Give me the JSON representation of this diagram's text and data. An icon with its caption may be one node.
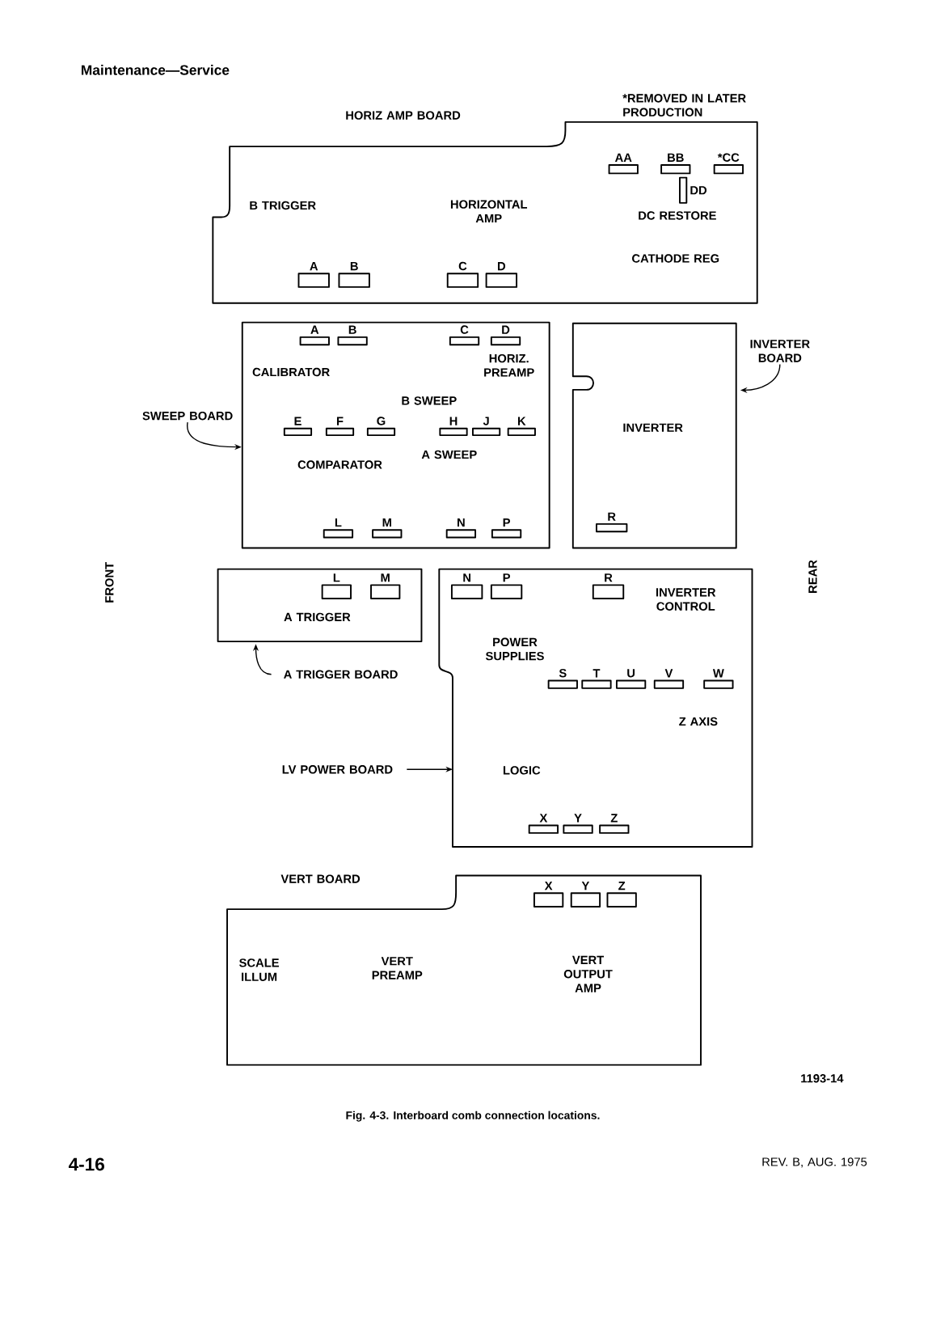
{
  "diagram": {
    "title": "Maintenance—Service",
    "caption": "Fig. 4-3. Interboard comb connection locations.",
    "nodes": [
      {
        "text": [
          "HORIZ AMP BOARD",
          "B TRIGGER",
          "HORIZONTAL AMP",
          "DC RESTORE",
          "CATHODE REG"
        ]
      },
      {
        "text": [],
        "shape": "box",
        "beside": [
          "AA"
        ],
        "in": 0
      },
      {
        "text": [],
        "shape": "box",
        "beside": [
          "BB"
        ],
        "in": 0
      },
      {
        "text": [],
        "shape": "box",
        "beside": [
          "*CC"
        ],
        "in": 0
      },
      {
        "text": [],
        "shape": "box",
        "beside": [
          "DD"
        ],
        "in": 0
      },
      {
        "text": [],
        "shape": "box",
        "beside": [
          "A"
        ],
        "in": 0
      },
      {
        "text": [],
        "shape": "box",
        "beside": [
          "B"
        ],
        "in": 0
      },
      {
        "text": [],
        "shape": "box",
        "beside": [
          "C"
        ],
        "in": 0
      },
      {
        "text": [],
        "shape": "box",
        "beside": [
          "D"
        ],
        "in": 0
      },
      {
        "text": [
          "CALIBRATOR",
          "HORIZ. PREAMP",
          "B SWEEP",
          "COMPARATOR",
          "A SWEEP"
        ]
      },
      {
        "text": [],
        "shape": "box",
        "beside": [
          "A"
        ],
        "in": 9
      },
      {
        "text": [],
        "shape": "box",
        "beside": [
          "B"
        ],
        "in": 9
      },
      {
        "text": [],
        "shape": "box",
        "beside": [
          "C"
        ],
        "in": 9
      },
      {
        "text": [],
        "shape": "box",
        "beside": [
          "D"
        ],
        "in": 9
      },
      {
        "text": [],
        "shape": "box",
        "beside": [
          "E"
        ],
        "in": 9
      },
      {
        "text": [],
        "shape": "box",
        "beside": [
          "F"
        ],
        "in": 9
      },
      {
        "text": [],
        "shape": "box",
        "beside": [
          "G"
        ],
        "in": 9
      },
      {
        "text": [],
        "shape": "box",
        "beside": [
          "H"
        ],
        "in": 9
      },
      {
        "text": [],
        "shape": "box",
        "beside": [
          "J"
        ],
        "in": 9
      },
      {
        "text": [],
        "shape": "box",
        "beside": [
          "K"
        ],
        "in": 9
      },
      {
        "text": [],
        "shape": "box",
        "beside": [
          "L"
        ],
        "in": 9
      },
      {
        "text": [],
        "shape": "box",
        "beside": [
          "M"
        ],
        "in": 9
      },
      {
        "text": [],
        "shape": "box",
        "beside": [
          "N"
        ],
        "in": 9
      },
      {
        "text": [],
        "shape": "box",
        "beside": [
          "P"
        ],
        "in": 9
      },
      {
        "text": [
          "SWEEP BOARD"
        ]
      },
      {
        "text": [
          "INVERTER"
        ]
      },
      {
        "text": [],
        "shape": "box",
        "beside": [
          "R"
        ],
        "in": 25
      },
      {
        "text": [
          "INVERTER BOARD"
        ]
      },
      {
        "text": [
          "A TRIGGER"
        ]
      },
      {
        "text": [],
        "shape": "box",
        "beside": [
          "L"
        ],
        "in": 28
      },
      {
        "text": [],
        "shape": "box",
        "beside": [
          "M"
        ],
        "in": 28
      },
      {
        "text": [
          "A TRIGGER BOARD"
        ]
      },
      {
        "text": [
          "INVERTER CONTROL",
          "POWER SUPPLIES",
          "Z AXIS",
          "LOGIC"
        ]
      },
      {
        "text": [],
        "shape": "box",
        "beside": [
          "N"
        ],
        "in": 32
      },
      {
        "text": [],
        "shape": "box",
        "beside": [
          "P"
        ],
        "in": 32
      },
      {
        "text": [],
        "shape": "box",
        "beside": [
          "R"
        ],
        "in": 32
      },
      {
        "text": [],
        "shape": "box",
        "beside": [
          "S"
        ],
        "in": 32
      },
      {
        "text": [],
        "shape": "box",
        "beside": [
          "T"
        ],
        "in": 32
      },
      {
        "text": [],
        "shape": "box",
        "beside": [
          "U"
        ],
        "in": 32
      },
      {
        "text": [],
        "shape": "box",
        "beside": [
          "V"
        ],
        "in": 32
      },
      {
        "text": [],
        "shape": "box",
        "beside": [
          "W"
        ],
        "in": 32
      },
      {
        "text": [],
        "shape": "box",
        "beside": [
          "X"
        ],
        "in": 32
      },
      {
        "text": [],
        "shape": "box",
        "beside": [
          "Y"
        ],
        "in": 32
      },
      {
        "text": [],
        "shape": "box",
        "beside": [
          "Z"
        ],
        "in": 32
      },
      {
        "text": [
          "LV POWER BOARD"
        ]
      },
      {
        "text": [
          "VERT BOARD",
          "SCALE ILLUM",
          "VERT PREAMP",
          "VERT OUTPUT AMP"
        ]
      },
      {
        "text": [],
        "shape": "box",
        "beside": [
          "X"
        ],
        "in": 45
      },
      {
        "text": [],
        "shape": "box",
        "beside": [
          "Y"
        ],
        "in": 45
      },
      {
        "text": [],
        "shape": "box",
        "beside": [
          "Z"
        ],
        "in": 45
      }
    ],
    "edges": [
      {
        "from": 24,
        "to": 9,
        "arrow": "to"
      },
      {
        "from": 27,
        "to": 25,
        "arrow": "to"
      },
      {
        "from": 31,
        "to": 28,
        "arrow": "to"
      },
      {
        "from": 44,
        "to": 32,
        "arrow": "to"
      }
    ],
    "labels": [
      "*REMOVED IN LATER PRODUCTION",
      "FRONT",
      "REAR",
      "1193-14",
      "4-16",
      "REV. B, AUG. 1975"
    ]
  }
}
